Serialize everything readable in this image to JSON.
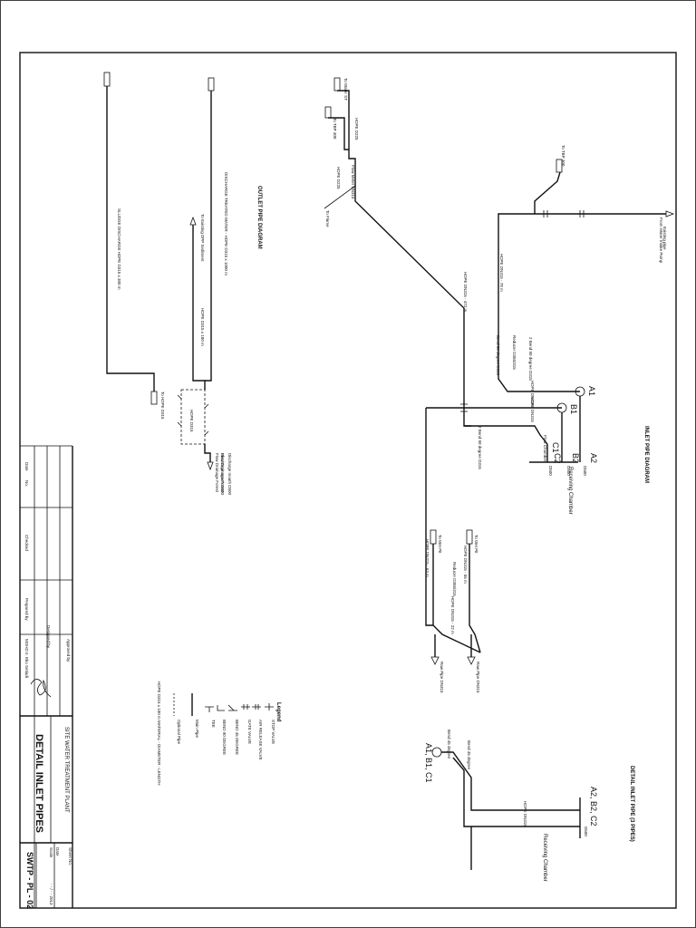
{
  "title_block": {
    "company": "SITE WATER TREATMENT PLANT",
    "drawing_title": "DETAIL INLET PIPES",
    "drawing_no": "SWTP - PL - 02",
    "sheet_label": "Sheet No.",
    "date_label": "Date",
    "scale_label": "Scale",
    "scale_value": "- - / - - 2013",
    "designed_by_label": "Designed by",
    "designed_by_value": "MOHD Ir. Eko Setiadi",
    "approved_by_label": "Approved by",
    "prepared_by_label": "Prepared by",
    "checked_label": "Checked",
    "date_col_label": "Date",
    "no_col_label": "No."
  },
  "inlet_diagram": {
    "title": "INLET PIPE DIAGRAM",
    "receiving_chamber": "Receiving Chamber",
    "points": [
      "A1",
      "B1",
      "C1",
      "A2",
      "B2",
      "C2"
    ],
    "pipe_labels": [
      "HDPE DN315",
      "HDPE DN315",
      "HDPE DN315 - 78 m",
      "HDPE DN315 - 472 m",
      "HDPE DN315 - 63 m",
      "HDPE DN315 - 55 m",
      "HDPE DN315 - 22 m"
    ],
    "fittings": [
      "Bend 90 degree D315",
      "Reducer D355/315",
      "2 Bend 90 degree D315",
      "2 Bend 90 degree D315",
      "Reducer D355/315"
    ],
    "annotations": [
      "Existing pipe",
      "From Water Intake Pump",
      "To Wet Pit",
      "To Wet Pit",
      "Raw Pipe DN315",
      "Raw Pipe DN315",
      "To TBP 300",
      "Flow Chamber"
    ],
    "dims": [
      "D500",
      "D500",
      "D500"
    ]
  },
  "outlet_diagram": {
    "title": "OUTLET PIPE DIAGRAM",
    "labels": [
      "To Water ST",
      "To TBP 300",
      "HDPE D225",
      "Flow Meter DN315",
      "HDPE D225",
      "To Flume",
      "DISCHARGE TREATED WATER - HDPE D315 x 1000 m",
      "To Existing DPP Sediment",
      "HDPE D315 x 180 m",
      "HDPE D315",
      "Discharge mouth D500",
      "Flow Drainage Forest",
      "Discharge mouth D500",
      "Flow Drainage Forest",
      "SLUDGE DISCHARGE HDPE D315 x 300 m",
      "To HDPE D315"
    ]
  },
  "detail_diagram": {
    "title": "DETAIL INLET PIPE (3 PIPES)",
    "points_label": "A1, B1, C1",
    "ends_label": "A2, B2, C2",
    "pipe_label": "HDPE DN315",
    "bend_top": "Bend 45 degree",
    "bend_left": "Bend 45 degree",
    "receiving_chamber": "Receiving Chamber",
    "dim": "D500"
  },
  "legend": {
    "title": "Legend",
    "items": [
      "STOP VALVE",
      "AIR RELEASE VALVE",
      "GATE VALVE",
      "BEND 45 DEGREE",
      "BEND 90 DEGREE",
      "TEE",
      "Main Pipe",
      "Optional Pipe"
    ],
    "note": "HDPE D315 x 100 m   MATERIAL - DIAMETER - LENGTH"
  }
}
